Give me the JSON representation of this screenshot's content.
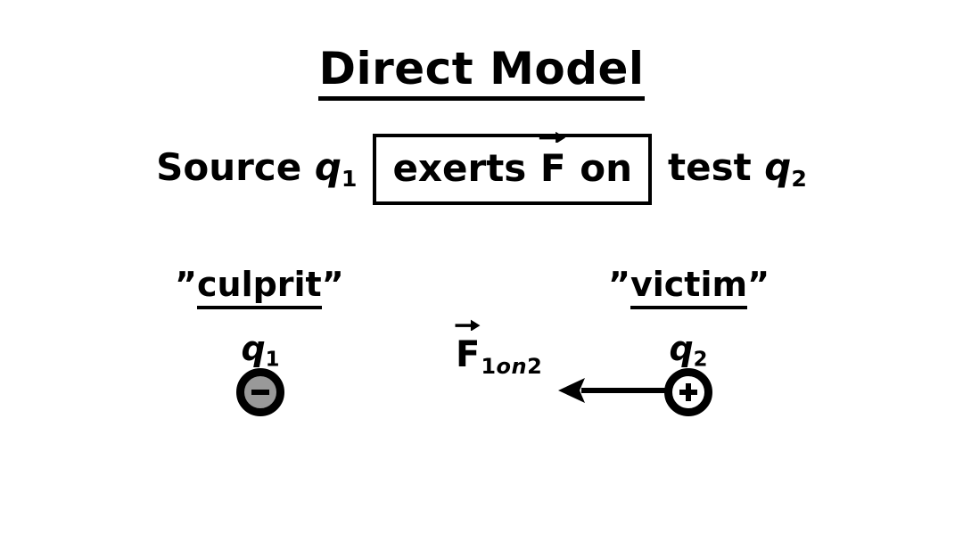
{
  "slide": {
    "title": "Direct Model",
    "background_color": "#ffffff",
    "ink_color": "#000000"
  },
  "statement": {
    "left_text": "Source",
    "left_symbol": "q",
    "left_subscript": "1",
    "boxed_prefix": "exerts",
    "boxed_vector_symbol": "F",
    "boxed_suffix": "on",
    "right_text": "test",
    "right_symbol": "q",
    "right_subscript": "2"
  },
  "roles": {
    "culprit": {
      "open_quote": "”",
      "word": "culprit",
      "close_quote": "”"
    },
    "victim": {
      "open_quote": "”",
      "word": "victim",
      "close_quote": "”"
    }
  },
  "charges": {
    "source": {
      "label_symbol": "q",
      "label_subscript": "1",
      "sign": "−",
      "fill_color": "#999999",
      "ring_color": "#000000"
    },
    "test": {
      "label_symbol": "q",
      "label_subscript": "2",
      "sign": "+",
      "fill_color": "#ffffff",
      "ring_color": "#000000"
    }
  },
  "force": {
    "symbol": "F",
    "subscript_first": "1",
    "subscript_on": "on",
    "subscript_second": "2",
    "arrow_direction": "left",
    "arrow_color": "#000000"
  }
}
